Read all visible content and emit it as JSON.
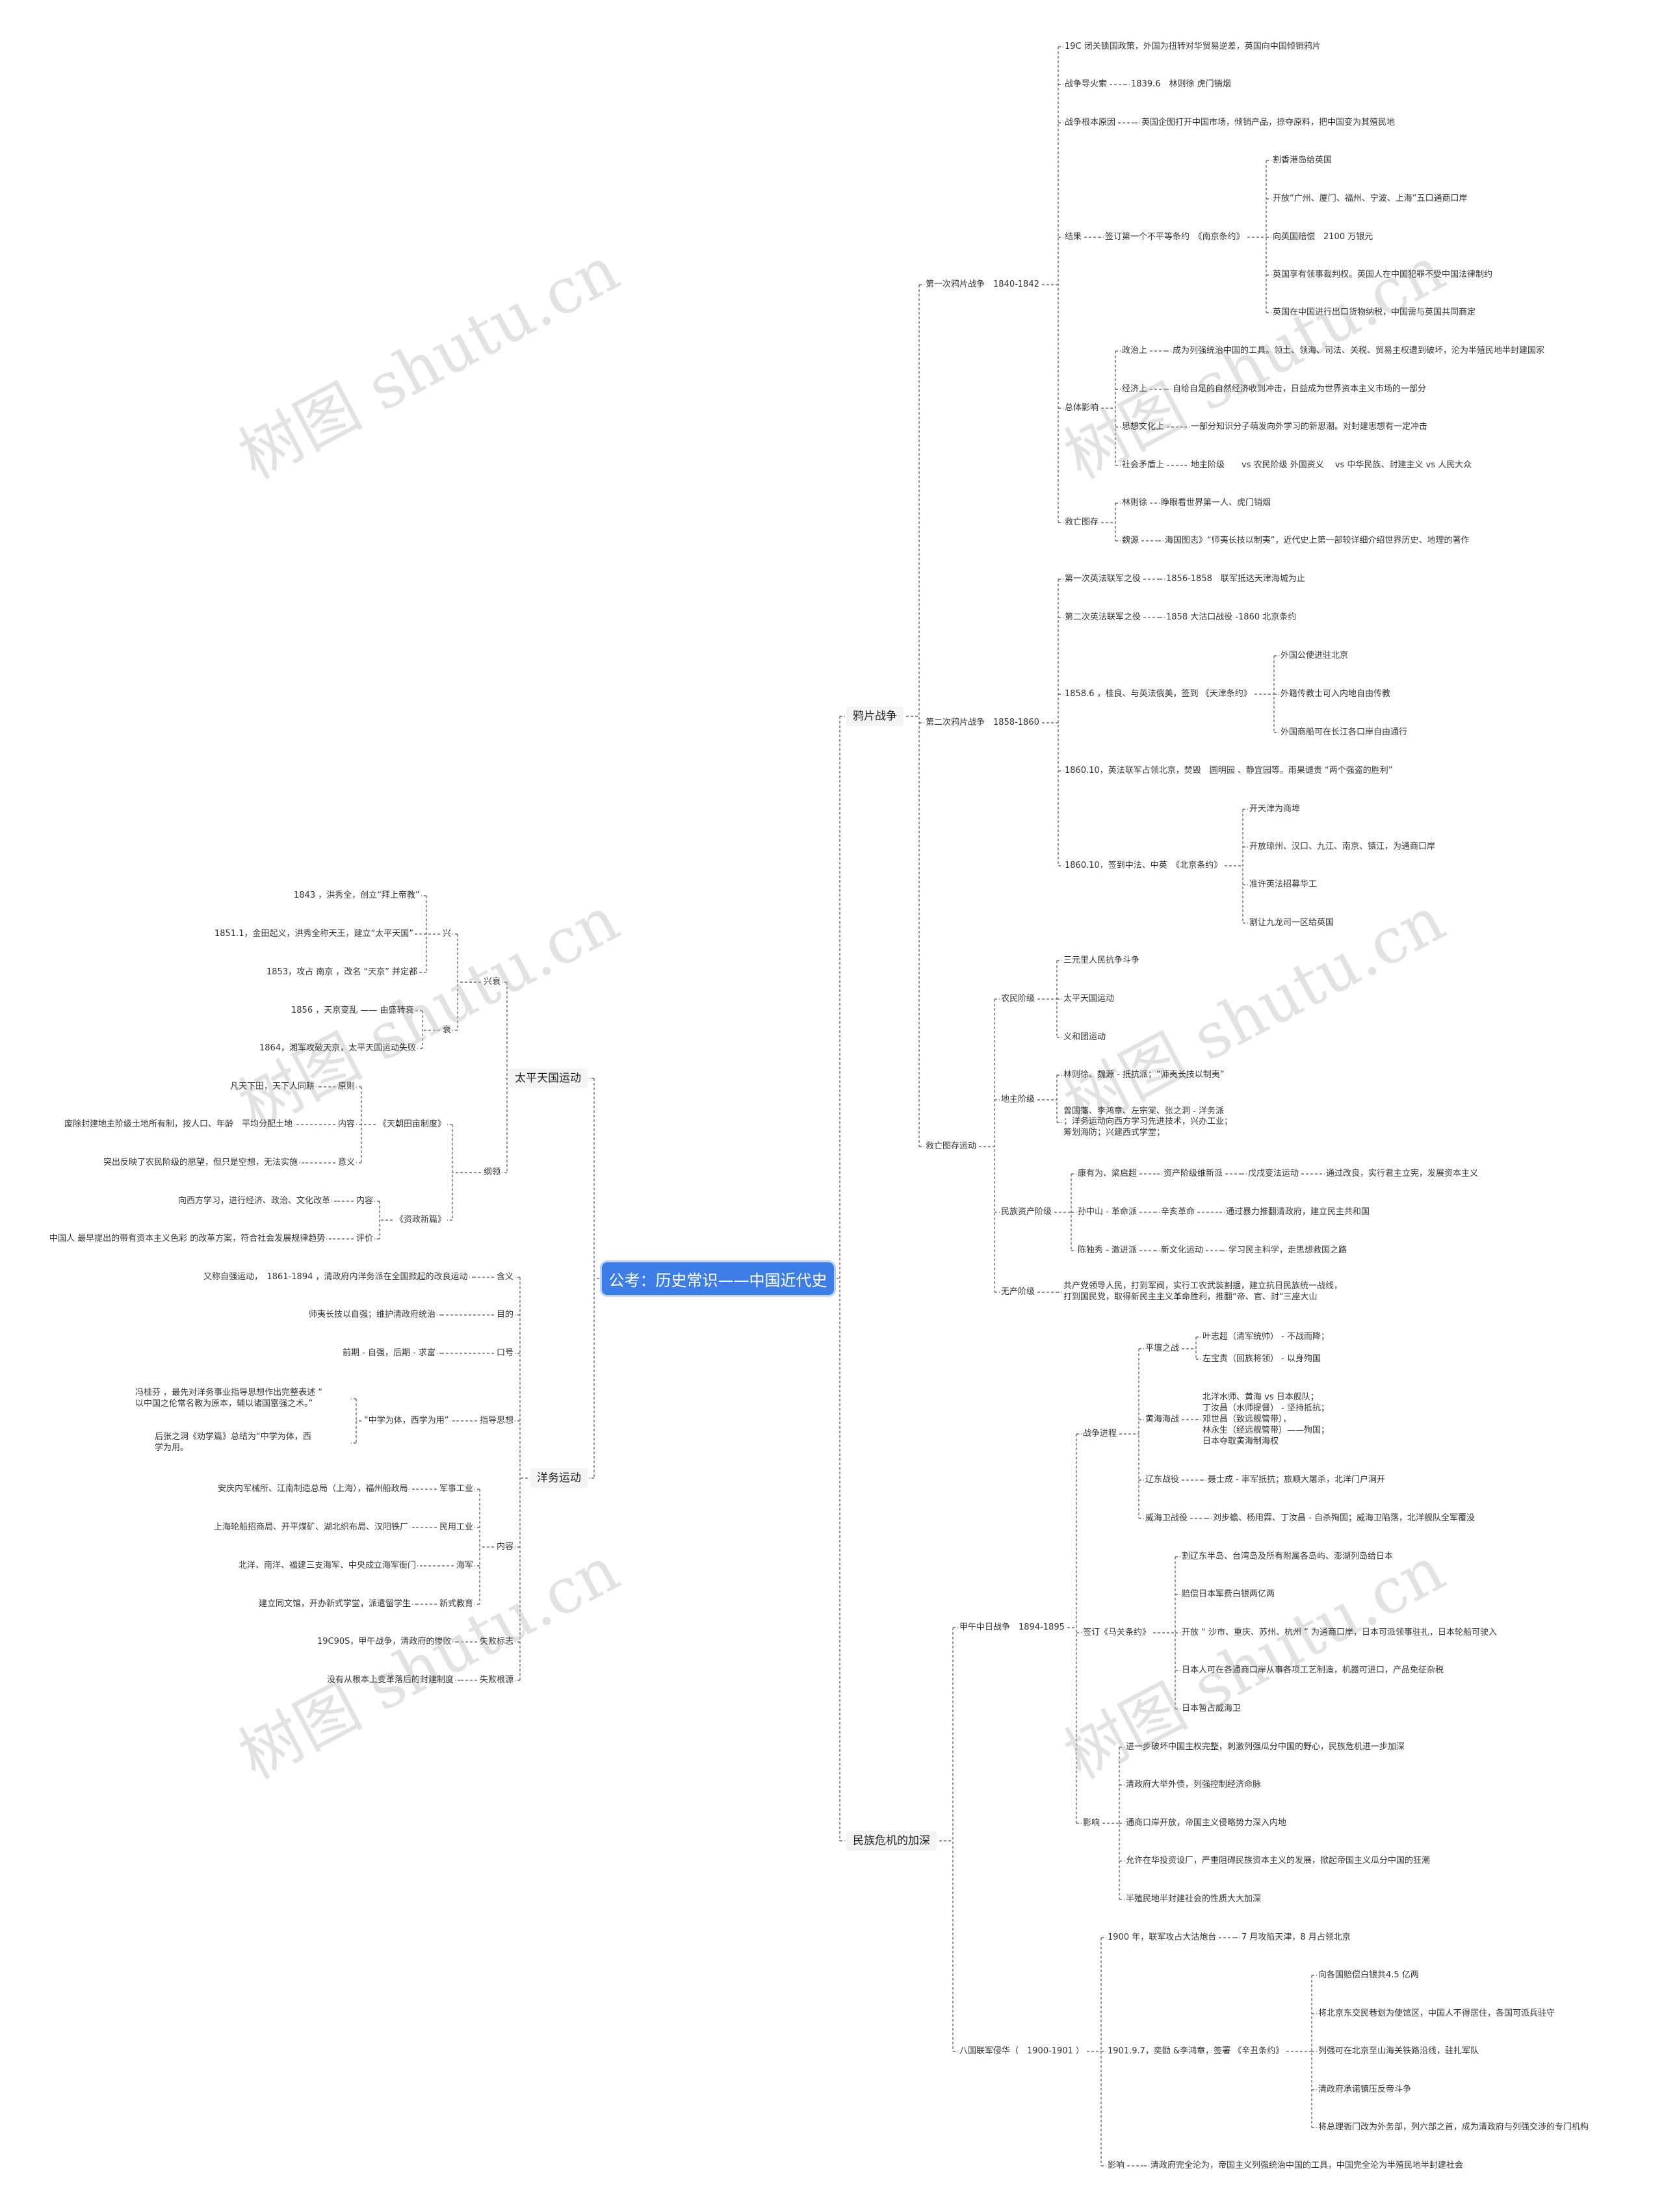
{
  "watermark": "树图 shutu.cn",
  "root": "公考：历史常识——中国近代史",
  "right": {
    "opium": {
      "label": "鸦片战争",
      "first": {
        "label": "第一次鸦片战争　1840-1842",
        "items": [
          "19C 闭关锁国政策，外国为扭转对华贸易逆差，英国向中国倾销鸦片",
          "战争导火索",
          "1839.6　林则徐 虎门销烟",
          "战争根本原因",
          "英国企图打开中国市场，倾销产品，掠夺原料，把中国变为其殖民地",
          "结果",
          "签订第一个不平等条约　《南京条约》",
          "割香港岛给英国",
          "开放“广州、厦门、福州、宁波、上海”五口通商口岸",
          "向英国赔偿　2100 万银元",
          "英国享有领事裁判权。英国人在中国犯罪不受中国法律制约",
          "英国在中国进行出口货物纳税，中国需与英国共同商定",
          "总体影响",
          "政治上",
          "成为列强统治中国的工具。领土、领海、司法、关税、贸易主权遭到破坏，沦为半殖民地半封建国家",
          "经济上",
          "自给自足的自然经济收到冲击，日益成为世界资本主义市场的一部分",
          "思想文化上",
          "一部分知识分子萌发向外学习的新思潮。对封建思想有一定冲击",
          "社会矛盾上",
          "地主阶级　　vs 农民阶级 外国资义　 vs 中华民族、封建主义 vs 人民大众",
          "救亡图存",
          "林则徐",
          "睁眼看世界第一人、虎门销烟",
          "魏源",
          "海国图志》“师夷长技以制夷”，近代史上第一部较详细介绍世界历史、地理的著作"
        ]
      },
      "second": {
        "label": "第二次鸦片战争　1858-1860",
        "items": [
          "第一次英法联军之役",
          "1856-1858　联军抵达天津海城为止",
          "第二次英法联军之役",
          "1858 大沽口战役 -1860 北京条约",
          "1858.6 ，桂良、与英法俄美，签到 《天津条约》",
          "外国公使进驻北京",
          "外籍传教士可入内地自由传教",
          "外国商船可在长江各口岸自由通行",
          "1860.10，英法联军占领北京，焚毁　圆明园 、静宜园等。雨果谴责 “两个强盗的胜利”",
          "1860.10，签到中法、中英　《北京条约》",
          "开天津为商埠",
          "开放琼州、汉口、九江、南京、镇江，为通商口岸",
          "准许英法招募华工",
          "割让九龙司一区给英国"
        ]
      },
      "save": {
        "label": "救亡图存运动",
        "items": [
          "农民阶级",
          "三元里人民抗争斗争",
          "太平天国运动",
          "义和团运动",
          "地主阶级",
          "林则徐、魏源 - 抵抗派；“师夷长技以制夷”",
          "曾国藩、李鸿章、左宗棠、张之洞 - 洋务派\n；洋务运动向西方学习先进技术，兴办工业；\n筹划海防；兴建西式学堂；",
          "民族资产阶级",
          "康有为、梁启超",
          "资产阶级维新派",
          "戊戌变法运动",
          "通过改良，实行君主立宪，发展资本主义",
          "孙中山 - 革命派",
          "辛亥革命",
          "通过暴力推翻清政府，建立民主共和国",
          "陈独秀 - 激进派",
          "新文化运动",
          "学习民主科学，走思想救国之路",
          "无产阶级",
          "共产党领导人民，打到军阀，实行工农武装割据，建立抗日民族统一战线，\n打到国民党，取得新民主主义革命胜利，推翻“帝、官、封”三座大山"
        ]
      }
    },
    "crisis": {
      "label": "民族危机的加深",
      "sino": {
        "label": "甲午中日战争　1894-1895",
        "items": [
          "战争进程",
          "平壤之战",
          "叶志超（清军统帅） - 不战而降；",
          "左宝贵（回族将领） - 以身殉国",
          "黄海海战",
          "北洋水师、黄海 vs 日本舰队；\n丁汝昌（水师提督） - 坚持抵抗；\n邓世昌（致远舰管带），\n林永生（经远舰管带）——殉国；\n日本夺取黄海制海权",
          "辽东战役",
          "聂士成 - 率军抵抗；旅顺大屠杀，北洋门户洞开",
          "威海卫战役",
          "刘步蟾、杨用霖、丁汝昌 - 自杀殉国；威海卫陷落，北洋舰队全军覆没",
          "签订《马关条约》",
          "割辽东半岛、台湾岛及所有附属各岛屿、澎湖列岛给日本",
          "赔偿日本军费白银两亿两",
          "开放 “ 沙市、重庆、苏州、杭州 ” 为通商口岸，日本可派领事驻扎，日本轮船可驶入",
          "日本人可在各通商口岸从事各项工艺制造，机器可进口，产品免征杂税",
          "日本暂占威海卫",
          "影响",
          "进一步破坏中国主权完整，刺激列强瓜分中国的野心，民族危机进一步加深",
          "清政府大举外债，列强控制经济命脉",
          "通商口岸开放，帝国主义侵略势力深入内地",
          "允许在华投资设厂，严重阻碍民族资本主义的发展，掀起帝国主义瓜分中国的狂潮",
          "半殖民地半封建社会的性质大大加深"
        ]
      },
      "boxer": {
        "label": "八国联军侵华（　1900-1901 ）",
        "items": [
          "1900 年，联军攻占大沽炮台",
          "7 月攻陷天津，8 月占领北京",
          "1901.9.7，奕劻 &李鸿章，签署 《辛丑条约》",
          "向各国赔偿白银共4.5 亿两",
          "将北京东交民巷划为使馆区，中国人不得居住，各国可派兵驻守",
          "列强可在北京至山海关铁路沿线，驻扎军队",
          "清政府承诺镇压反帝斗争",
          "将总理衙门改为外务部，列六部之首，成为清政府与列强交涉的专门机构",
          "影响",
          "清政府完全沦为，帝国主义列强统治中国的工具，中国完全沦为半殖民地半封建社会"
        ]
      }
    }
  },
  "left": {
    "taiping": {
      "label": "太平天国运动",
      "items": [
        "兴衰",
        "兴",
        "1843 ，洪秀全，创立“拜上帝教”",
        "1851.1，金田起义，洪秀全称天王，建立“太平天国”",
        "1853，攻占 南京 ，改名 “天京” 并定都",
        "衰",
        "1856 ，天京变乱 —— 由盛转衰",
        "1864，湘军攻破天京，太平天国运动失败",
        "纲领",
        "《天朝田亩制度》",
        "原则",
        "凡天下田，天下人同耕",
        "内容",
        "废除封建地主阶级土地所有制，按人口、年龄　平均分配土地",
        "意义",
        "突出反映了农民阶级的愿望，但只是空想，无法实施",
        "《资政新篇》",
        "内容",
        "向西方学习，进行经济、政治、文化改革",
        "评价",
        "中国人 最早提出的带有资本主义色彩 的改革方案，符合社会发展规律趋势"
      ]
    },
    "yangwu": {
      "label": "洋务运动",
      "items": [
        "含义",
        "又称自强运动，　1861-1894 ，清政府内洋务派在全国掀起的改良运动",
        "目的",
        "师夷长技以自强；维护清政府统治",
        "口号",
        "前期 - 自强，后期 - 求富",
        "指导思想",
        "“中学为体，西学为用”",
        "冯桂芬 ，最先对洋务事业指导思想作出完整表述 “\n以中国之伦常名教为原本，辅以诸国富强之术。”",
        "后张之洞《劝学篇》总结为“中学为体，西\n学为用。",
        "内容",
        "军事工业",
        "安庆内军械所、江南制造总局（上海），福州船政局",
        "民用工业",
        "上海轮船招商局、开平煤矿、湖北织布局、汉阳铁厂",
        "海军",
        "北洋、南洋、福建三支海军、中央成立海军衙门",
        "新式教育",
        "建立同文馆，开办新式学堂，派遣留学生",
        "失败标志",
        "19C90S，甲午战争，清政府的惨败",
        "失败根源",
        "没有从根本上变革落后的封建制度"
      ]
    }
  }
}
